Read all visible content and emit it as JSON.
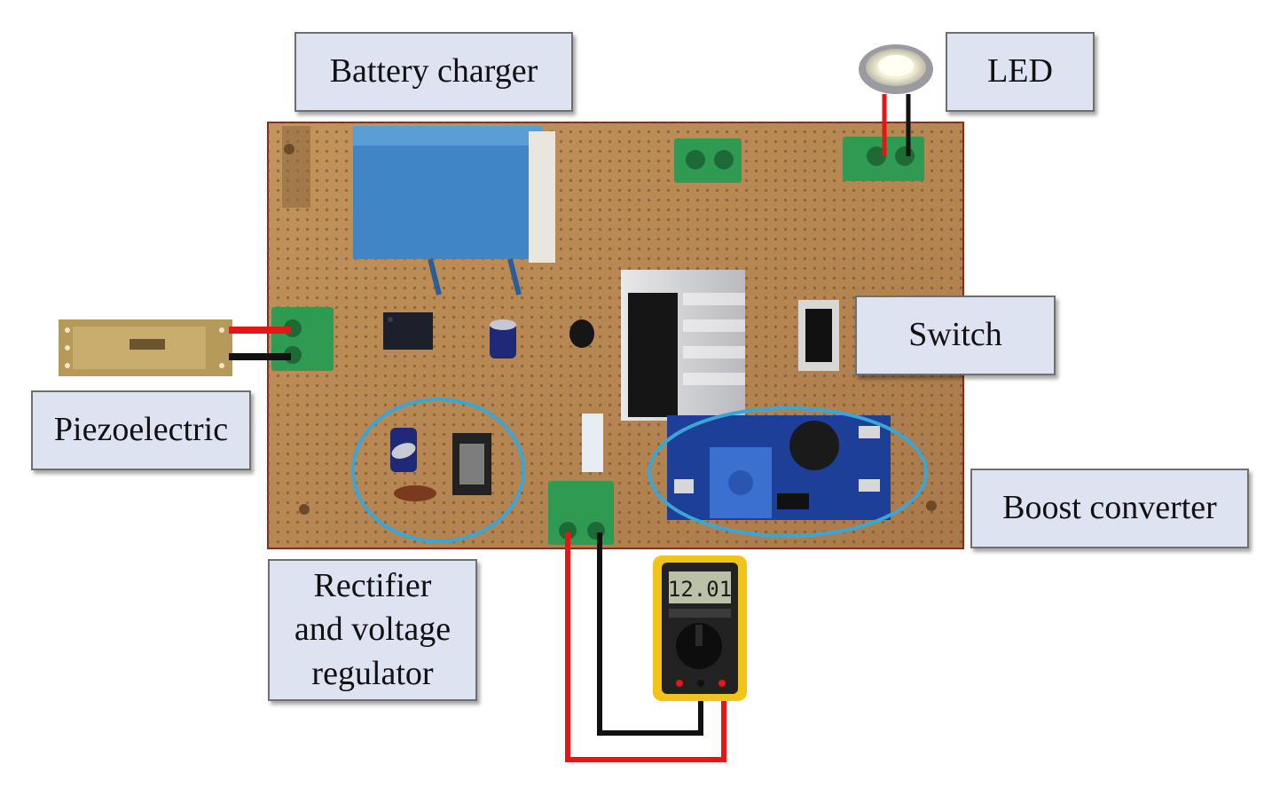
{
  "labels": {
    "battery_charger": "Battery charger",
    "led": "LED",
    "switch": "Switch",
    "piezoelectric": "Piezoelectric",
    "boost_converter": "Boost converter",
    "rectifier_line1": "Rectifier",
    "rectifier_line2": "and voltage",
    "rectifier_line3": "regulator"
  },
  "multimeter_reading": "12.01",
  "colors": {
    "board": "#b98a52",
    "wire_red": "#e51616",
    "wire_black": "#111111",
    "terminal_green": "#2f9b52",
    "label_fill": "#dde3f0",
    "ellipse_blue": "#3aa6d8",
    "transformer_blue": "#3f86c6",
    "multimeter_yellow": "#f2c318"
  }
}
